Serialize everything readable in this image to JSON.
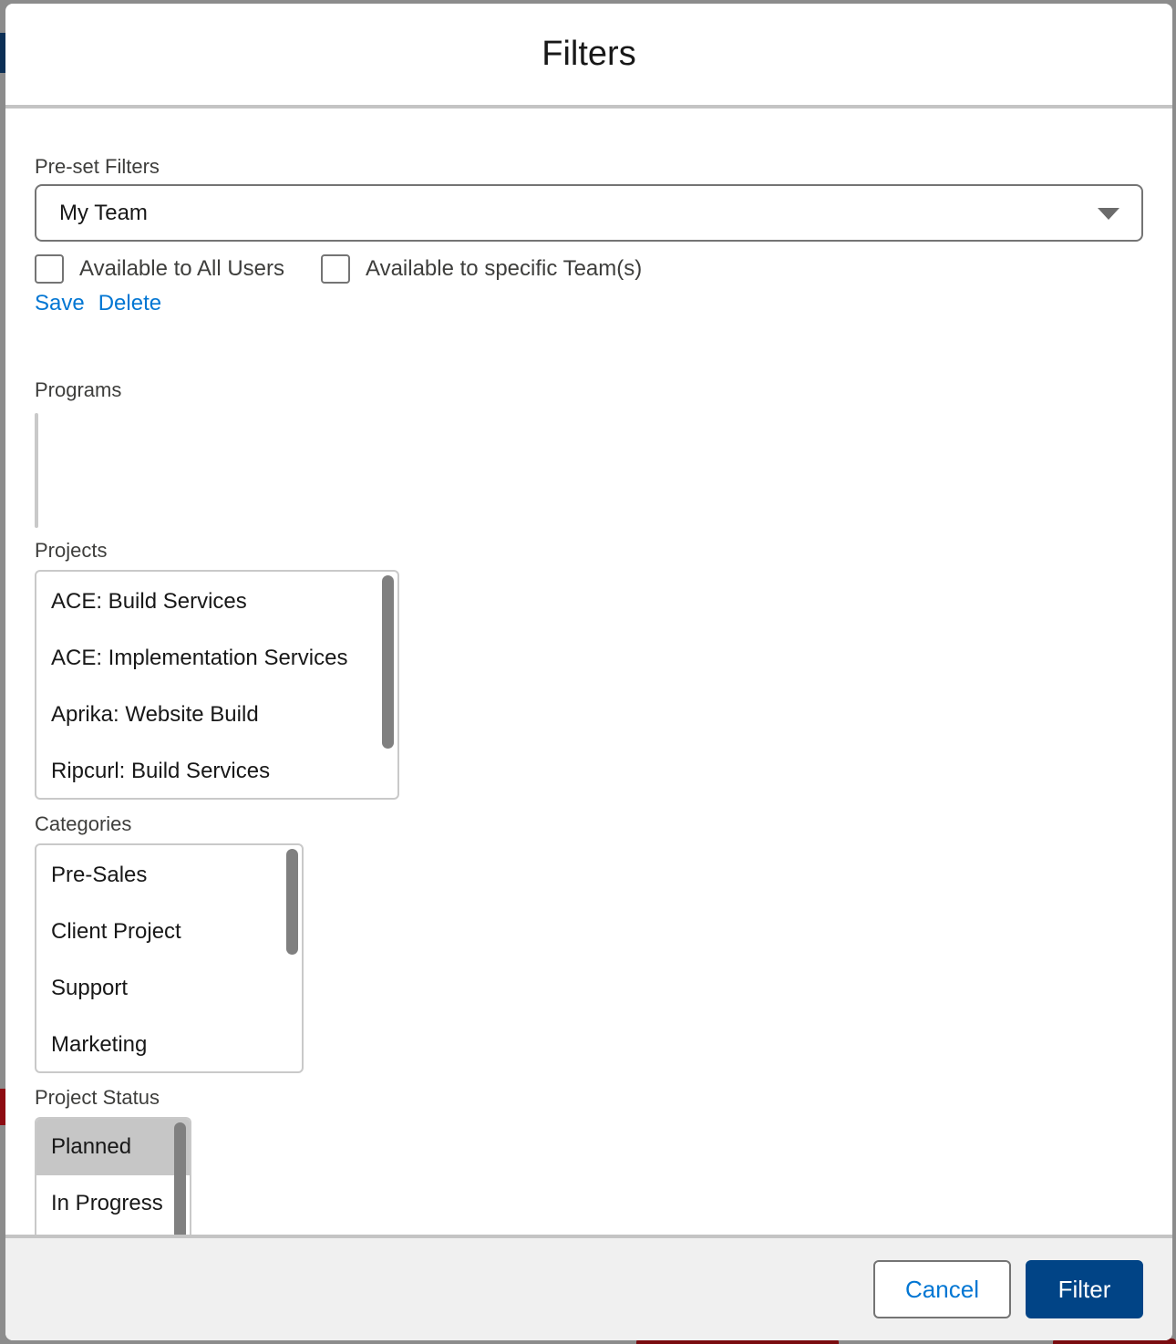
{
  "modal": {
    "title": "Filters"
  },
  "preset_filters": {
    "label": "Pre-set Filters",
    "selected": "My Team",
    "arrow_icon": "chevron-down-icon"
  },
  "visibility": {
    "all_users": {
      "label": "Available to All Users",
      "checked": false
    },
    "specific_teams": {
      "label": "Available to specific Team(s)",
      "checked": false
    }
  },
  "actions": {
    "save": "Save",
    "delete": "Delete"
  },
  "programs": {
    "label": "Programs",
    "options": []
  },
  "projects": {
    "label": "Projects",
    "options": [
      "ACE: Build Services",
      "ACE: Implementation Services",
      "Aprika: Website Build",
      "Ripcurl: Build Services"
    ]
  },
  "categories": {
    "label": "Categories",
    "options": [
      "Pre-Sales",
      "Client Project",
      "Support",
      "Marketing"
    ]
  },
  "project_status": {
    "label": "Project Status",
    "options": [
      {
        "label": "Planned",
        "selected": true
      },
      {
        "label": "In Progress",
        "selected": false
      }
    ]
  },
  "footer": {
    "cancel": "Cancel",
    "filter": "Filter"
  },
  "colors": {
    "link": "#0176d3",
    "primary_button": "#014486",
    "selected_option": "#c6c6c6"
  }
}
